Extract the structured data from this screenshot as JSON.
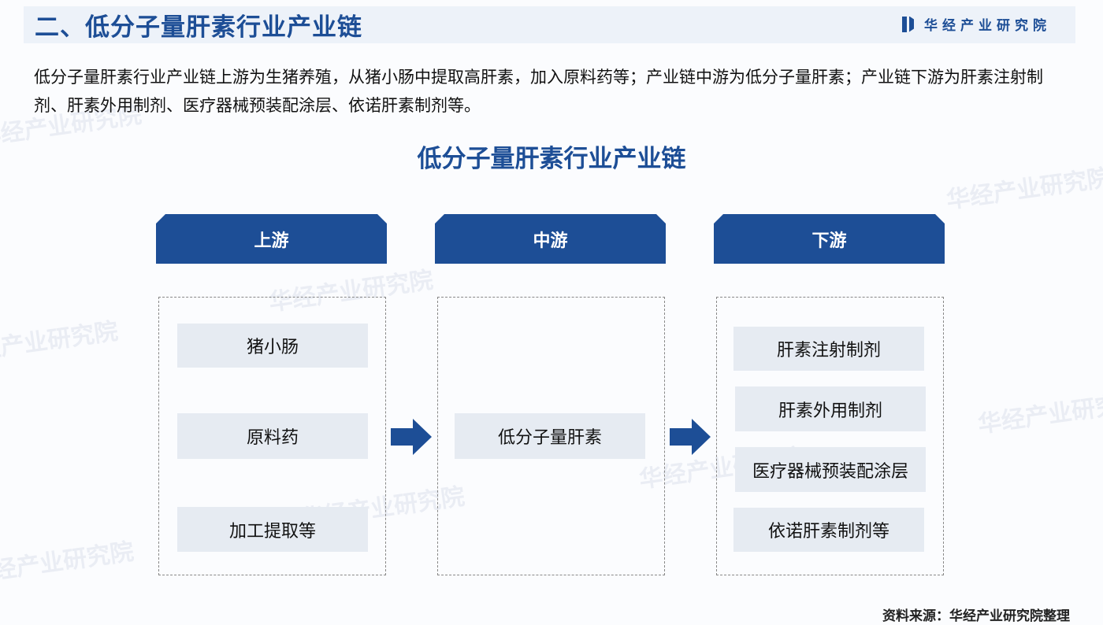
{
  "header": {
    "title": "二、低分子量肝素行业产业链",
    "logo_text": "华经产业研究院"
  },
  "intro": "低分子量肝素行业产业链上游为生猪养殖，从猪小肠中提取高肝素，加入原料药等；产业链中游为低分子量肝素；产业链下游为肝素注射制剂、肝素外用制剂、医疗器械预装配涂层、依诺肝素制剂等。",
  "diagram": {
    "title": "低分子量肝素行业产业链",
    "stages": [
      {
        "label": "上游",
        "items": [
          "猪小肠",
          "原料药",
          "加工提取等"
        ]
      },
      {
        "label": "中游",
        "items": [
          "低分子量肝素"
        ]
      },
      {
        "label": "下游",
        "items": [
          "肝素注射制剂",
          "肝素外用制剂",
          "医疗器械预装配涂层",
          "依诺肝素制剂等"
        ]
      }
    ],
    "colors": {
      "accent": "#1d4e96",
      "item_bg": "#e6ebf2"
    }
  },
  "source": "资料来源：华经产业研究院整理",
  "watermark": "华经产业研究院"
}
